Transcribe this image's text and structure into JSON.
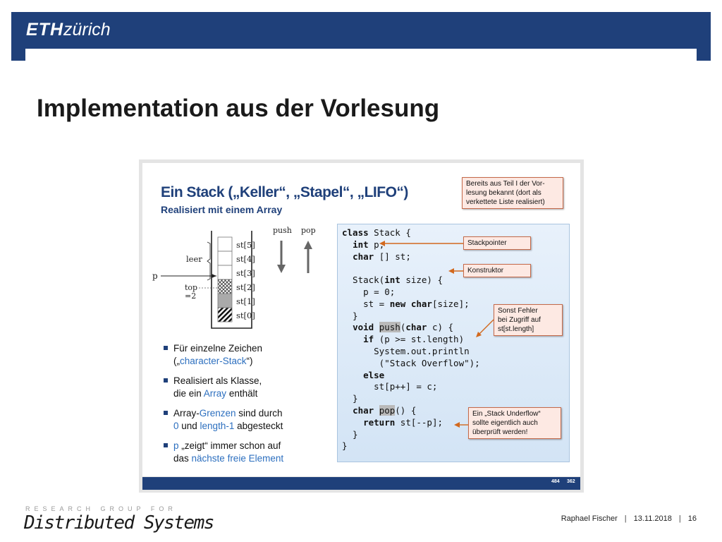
{
  "header": {
    "logo_bold": "ETH",
    "logo_rest": "zürich",
    "bg_color": "#1f407a"
  },
  "page_title": "Implementation aus der Vorlesung",
  "slide": {
    "title": "Ein Stack  („Keller“, „Stapel“, „LIFO“)",
    "subtitle": "Realisiert mit einem Array",
    "diagram": {
      "push_label": "push",
      "pop_label": "pop",
      "leer_label": "leer",
      "p_label": "p",
      "top_label": "top",
      "top_value": "=2",
      "cells": [
        "st[5]",
        "st[4]",
        "st[3]",
        "st[2]",
        "st[1]",
        "st[0]"
      ]
    },
    "notes": {
      "bereits": [
        "Bereits aus Teil I der Vor-",
        "lesung bekannt (dort als",
        "verkettete Liste realisiert)"
      ],
      "stackpointer": "Stackpointer",
      "konstruktor": "Konstruktor",
      "sonst": [
        "Sonst Fehler",
        "bei Zugriff auf",
        "st[st.length]"
      ],
      "underflow": [
        "Ein „Stack Underflow“",
        "sollte eigentlich auch",
        "überprüft werden!"
      ]
    },
    "bullets": [
      {
        "l1a": "Für einzelne Zeichen",
        "l2a": "(„",
        "l2b": "character-Stack",
        "l2c": "“)"
      },
      {
        "l1a": "Realisiert als Klasse,",
        "l2a": "die ein ",
        "l2b": "Array",
        "l2c": " enthält"
      },
      {
        "l1a": "Array-",
        "l1b": "Grenzen",
        "l1c": " sind durch",
        "l2a": "0",
        "l2b": " und ",
        "l2c": "length-1",
        "l2d": " abgesteckt"
      },
      {
        "l1a": "p",
        "l1b": " „zeigt“ immer schon auf",
        "l2a": "das ",
        "l2b": "nächste freie Element"
      }
    ],
    "footer_left": "484",
    "footer_right": "362"
  },
  "footer": {
    "research_group": "RESEARCH GROUP FOR",
    "group_name": "Distributed Systems",
    "author": "Raphael Fischer",
    "date": "13.11.2018",
    "page": "16"
  }
}
